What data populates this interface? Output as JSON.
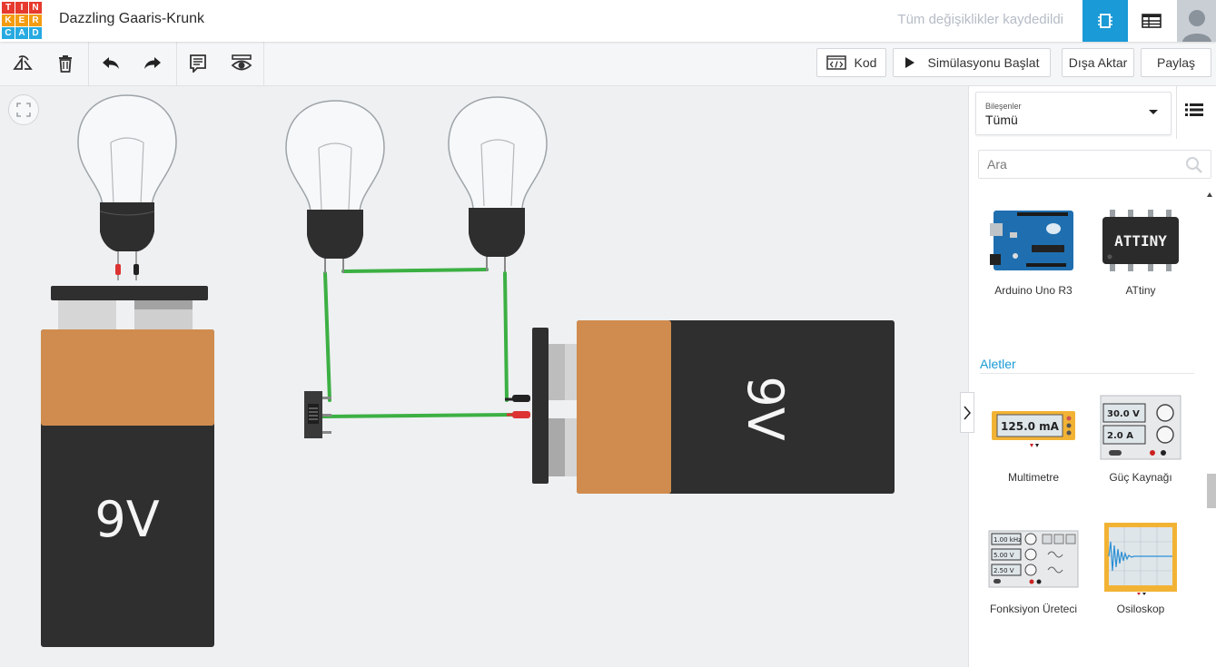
{
  "app": {
    "logo_letters": [
      "T",
      "I",
      "N",
      "K",
      "E",
      "R",
      "C",
      "A",
      "D"
    ],
    "logo_colors": [
      "#e63a2e",
      "#e63a2e",
      "#e63a2e",
      "#f39c12",
      "#f39c12",
      "#f39c12",
      "#27aae1",
      "#27aae1",
      "#27aae1"
    ],
    "project_title": "Dazzling Gaaris-Krunk",
    "save_status": "Tüm değişiklikler kaydedildi",
    "accent_color": "#1a9ad6"
  },
  "toolbar": {
    "tools": [
      "rotate-icon",
      "delete-icon",
      "undo-icon",
      "redo-icon",
      "notes-icon",
      "visibility-icon"
    ],
    "code_label": "Kod",
    "start_sim_label": "Simülasyonu Başlat",
    "export_label": "Dışa Aktar",
    "share_label": "Paylaş"
  },
  "canvas": {
    "battery_left_label": "9V",
    "battery_right_label": "9V",
    "wire_color": "#3cb043"
  },
  "panel": {
    "dropdown_label": "Bileşenler",
    "dropdown_value": "Tümü",
    "search_placeholder": "Ara",
    "section_tools": "Aletler",
    "components": [
      {
        "name": "Arduino Uno R3",
        "icon": "arduino-board-icon"
      },
      {
        "name": "ATtiny",
        "icon": "attiny-chip-icon",
        "chip_text": "ATTINY"
      },
      {
        "name": "Multimetre",
        "icon": "multimeter-icon",
        "display": "125.0 mA"
      },
      {
        "name": "Güç Kaynağı",
        "icon": "power-supply-icon",
        "voltage": "30.0 V",
        "current": "2.0 A"
      },
      {
        "name": "Fonksiyon Üreteci",
        "icon": "function-generator-icon",
        "freq": "1.00 kHz",
        "amp": "5.00 V",
        "offset": "2.50 V"
      },
      {
        "name": "Osiloskop",
        "icon": "oscilloscope-icon"
      }
    ]
  }
}
